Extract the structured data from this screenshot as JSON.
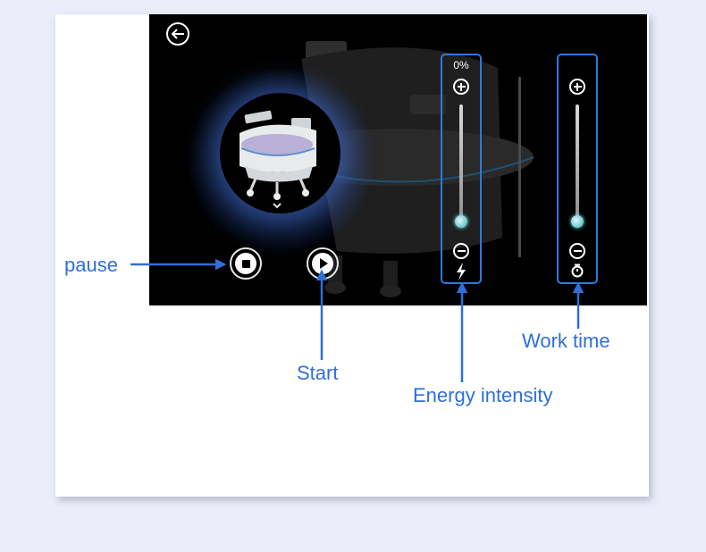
{
  "screen": {
    "back_icon": "back-arrow-icon",
    "preview_icon": "chair-preview-icon",
    "pause_icon": "stop-square-icon",
    "start_icon": "play-icon"
  },
  "energy": {
    "value_text": "0%",
    "level": 0,
    "plus_icon": "plus-circle-icon",
    "minus_icon": "minus-circle-icon",
    "type_icon": "lightning-icon"
  },
  "work_time": {
    "level": 0,
    "plus_icon": "plus-circle-icon",
    "minus_icon": "minus-circle-icon",
    "type_icon": "timer-icon"
  },
  "annotations": {
    "pause": "pause",
    "start": "Start",
    "energy": "Energy intensity",
    "work_time": "Work time"
  },
  "colors": {
    "annotation": "#2f6fd8",
    "highlight_box": "#2f78e0",
    "screen_bg": "#000000",
    "page_bg": "#ebedfb"
  }
}
